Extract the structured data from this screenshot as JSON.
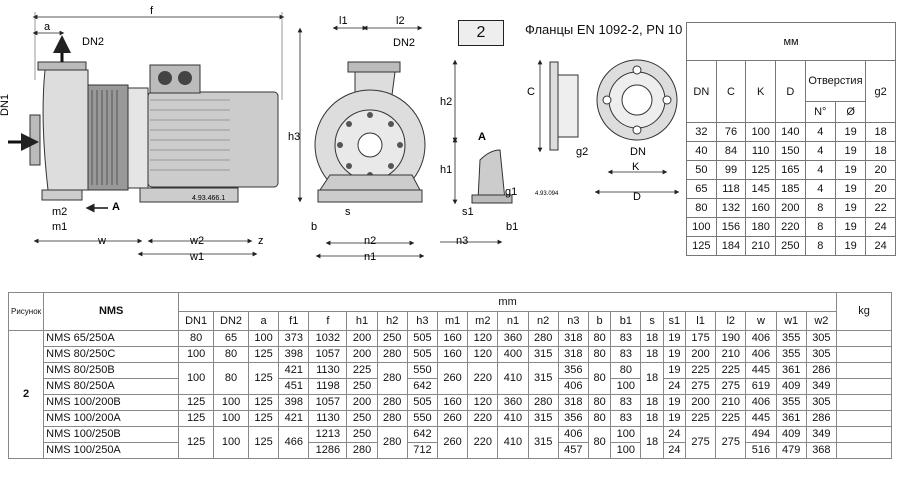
{
  "drawing": {
    "badge": "2",
    "flange_title": "Фланцы EN 1092-2, PN 10",
    "drawing_no_1": "4.93.466.1",
    "drawing_no_2": "4.93.094",
    "labels": {
      "f": "f",
      "a": "a",
      "dn2": "DN2",
      "dn1": "DN1",
      "h3": "h3",
      "m2": "m2",
      "m1": "m1",
      "w": "w",
      "w2": "w2",
      "w1": "w1",
      "z": "z",
      "A": "A",
      "l1": "l1",
      "l2": "l2",
      "h2": "h2",
      "h1": "h1",
      "b": "b",
      "s": "s",
      "n2": "n2",
      "n1": "n1",
      "n3": "n3",
      "s1": "s1",
      "b1": "b1",
      "g1": "g1",
      "C": "C",
      "g2": "g2",
      "DN": "DN",
      "K": "K",
      "D": "D"
    }
  },
  "flange_table": {
    "unit": "мм",
    "headers": {
      "dn": "DN",
      "c": "C",
      "k": "K",
      "d": "D",
      "holes": "Отверстия",
      "n": "N°",
      "dia": "Ø",
      "g2": "g2"
    },
    "rows": [
      [
        "32",
        "76",
        "100",
        "140",
        "4",
        "19",
        "18"
      ],
      [
        "40",
        "84",
        "110",
        "150",
        "4",
        "19",
        "18"
      ],
      [
        "50",
        "99",
        "125",
        "165",
        "4",
        "19",
        "20"
      ],
      [
        "65",
        "118",
        "145",
        "185",
        "4",
        "19",
        "20"
      ],
      [
        "80",
        "132",
        "160",
        "200",
        "8",
        "19",
        "22"
      ],
      [
        "100",
        "156",
        "180",
        "220",
        "8",
        "19",
        "24"
      ],
      [
        "125",
        "184",
        "210",
        "250",
        "8",
        "19",
        "24"
      ]
    ]
  },
  "main_table": {
    "col_ris": "Рисунок",
    "col_nms": "NMS",
    "unit": "mm",
    "kg": "kg",
    "figure_no": "2",
    "cols": [
      "DN1",
      "DN2",
      "a",
      "f1",
      "f",
      "h1",
      "h2",
      "h3",
      "m1",
      "m2",
      "n1",
      "n2",
      "n3",
      "b",
      "b1",
      "s",
      "s1",
      "l1",
      "l2",
      "w",
      "w1",
      "w2"
    ],
    "r1": {
      "model": "NMS 65/250A",
      "v": [
        "80",
        "65",
        "100",
        "373",
        "1032",
        "200",
        "250",
        "505",
        "160",
        "120",
        "360",
        "280",
        "318",
        "80",
        "83",
        "18",
        "19",
        "175",
        "190",
        "406",
        "355",
        "305"
      ]
    },
    "r2": {
      "model": "NMS 80/250C",
      "v": [
        "100",
        "80",
        "125",
        "398",
        "1057",
        "200",
        "280",
        "505",
        "160",
        "120",
        "400",
        "315",
        "318",
        "80",
        "83",
        "18",
        "19",
        "200",
        "210",
        "406",
        "355",
        "305"
      ]
    },
    "r34": {
      "model_a": "NMS 80/250B",
      "model_b": "NMS 80/250A",
      "dn1": "100",
      "dn2": "80",
      "a": "125",
      "f1a": "421",
      "f1b": "451",
      "fa": "1130",
      "fb": "1198",
      "h1a": "225",
      "h1b": "250",
      "h2": "280",
      "h3a": "550",
      "h3b": "642",
      "m1": "260",
      "m2": "220",
      "n1": "410",
      "n2": "315",
      "n3a": "356",
      "n3b": "406",
      "b": "80",
      "b1a": "80",
      "b1b": "100",
      "s": "18",
      "s1a": "19",
      "s1b": "24",
      "l1a": "225",
      "l1b": "275",
      "l2a": "225",
      "l2b": "275",
      "wa": "445",
      "wb": "619",
      "w1a": "361",
      "w1b": "409",
      "w2a": "286",
      "w2b": "349"
    },
    "r5": {
      "model": "NMS 100/200B",
      "v": [
        "125",
        "100",
        "125",
        "398",
        "1057",
        "200",
        "280",
        "505",
        "160",
        "120",
        "360",
        "280",
        "318",
        "80",
        "83",
        "18",
        "19",
        "200",
        "210",
        "406",
        "355",
        "305"
      ]
    },
    "r6": {
      "model": "NMS 100/200A",
      "v": [
        "125",
        "100",
        "125",
        "421",
        "1130",
        "250",
        "280",
        "550",
        "260",
        "220",
        "410",
        "315",
        "356",
        "80",
        "83",
        "18",
        "19",
        "225",
        "225",
        "445",
        "361",
        "286"
      ]
    },
    "r78": {
      "model_a": "NMS 100/250B",
      "model_b": "NMS 100/250A",
      "dn1": "125",
      "dn2": "100",
      "a": "125",
      "f1": "466",
      "fa": "1213",
      "fb": "1286",
      "h1a": "250",
      "h1b": "280",
      "h2": "280",
      "h3a": "642",
      "h3b": "712",
      "m1": "260",
      "m2": "220",
      "n1": "410",
      "n2": "315",
      "n3a": "406",
      "n3b": "457",
      "b": "80",
      "b1a": "100",
      "b1b": "100",
      "s": "18",
      "s1a": "24",
      "s1b": "24",
      "l1": "275",
      "l2": "275",
      "wa": "494",
      "wb": "516",
      "w1a": "409",
      "w1b": "479",
      "w2a": "349",
      "w2b": "368"
    }
  }
}
